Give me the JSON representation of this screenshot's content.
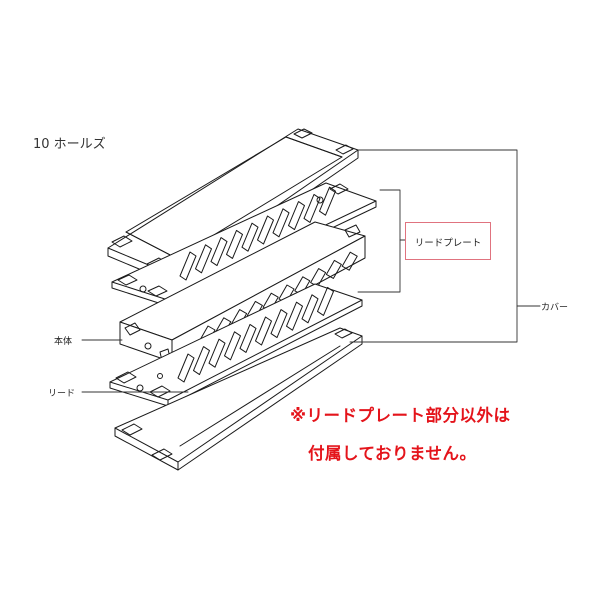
{
  "diagram": {
    "title": "10 ホールズ",
    "labels": {
      "reed_plate": "リードプレート",
      "cover": "カバー",
      "body": "本体",
      "reed": "リード"
    },
    "note": {
      "line1": "※リードプレート部分以外は",
      "line2": "付属しておりません。"
    },
    "colors": {
      "stroke": "#1a1a1a",
      "highlight_border": "#e0737f",
      "note_text": "#e4141b"
    }
  }
}
